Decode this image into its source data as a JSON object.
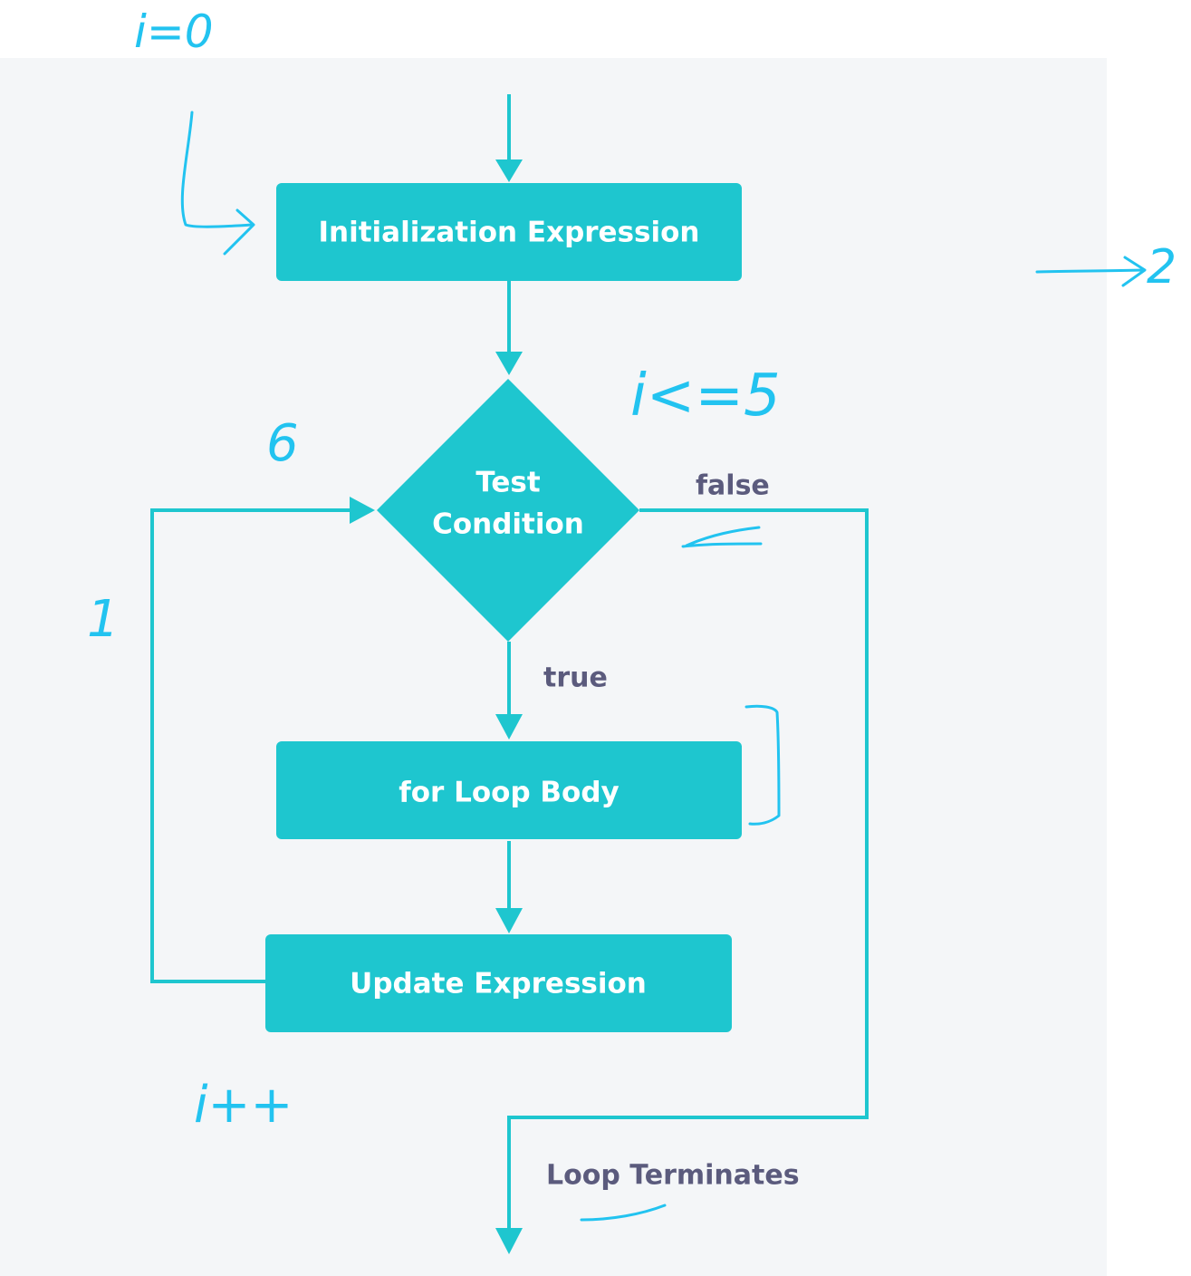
{
  "colors": {
    "accent": "#1ec6cf",
    "label": "#5b5b7d",
    "ink": "#22c3f0",
    "panel": "#f4f6f8"
  },
  "nodes": {
    "init": "Initialization Expression",
    "test_line1": "Test",
    "test_line2": "Condition",
    "body": "for Loop Body",
    "update": "Update Expression"
  },
  "edge_labels": {
    "false": "false",
    "true": "true",
    "terminate": "Loop Terminates"
  },
  "annotations": {
    "init_value": "i=0",
    "condition": "i<=5",
    "six": "6",
    "one": "1",
    "increment": "i++",
    "two": "2"
  }
}
